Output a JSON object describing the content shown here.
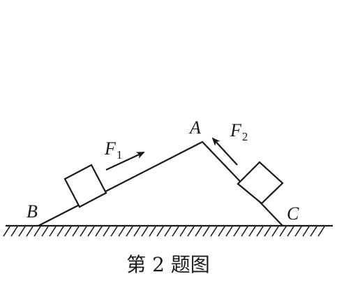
{
  "figure": {
    "points": {
      "a": "A",
      "b": "B",
      "c": "C"
    },
    "forces": {
      "f1": {
        "symbol": "F",
        "subscript": "1"
      },
      "f2": {
        "symbol": "F",
        "subscript": "2"
      }
    },
    "caption": "第 2 题图",
    "colors": {
      "ink": "#1a1a1a",
      "background": "#ffffff"
    }
  }
}
